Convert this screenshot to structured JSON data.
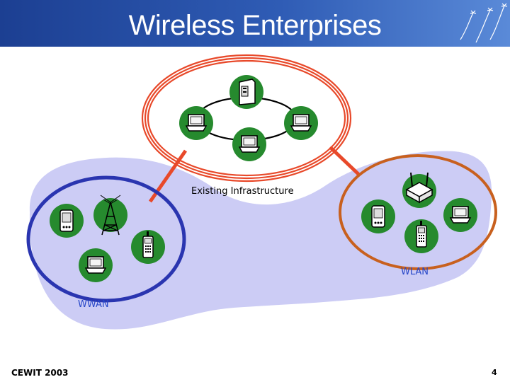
{
  "title": "Wireless Enterprises",
  "labels": {
    "infrastructure": "Existing Infrastructure",
    "wlan": "WLAN",
    "wwan": "WWAN"
  },
  "footer": {
    "left": "CEWIT 2003",
    "page": "4"
  },
  "colors": {
    "header_dark": "#1a3d8f",
    "header_light": "#4a7ad0",
    "blob_fill": "#ccccf5",
    "infra_ring": "#e8492a",
    "wlan_ring": "#c8601e",
    "wwan_ring": "#2a35b0",
    "device_disc": "#268a2e",
    "label_blue": "#2646c8"
  },
  "icons": {
    "header_decoration": "star-icon",
    "infrastructure": [
      "server-icon",
      "laptop-icon",
      "laptop-icon",
      "laptop-icon"
    ],
    "wwan": [
      "pda-icon",
      "cell-tower-icon",
      "cell-phone-icon",
      "laptop-icon"
    ],
    "wlan": [
      "access-point-icon",
      "pda-icon",
      "laptop-icon",
      "cell-phone-icon"
    ]
  }
}
